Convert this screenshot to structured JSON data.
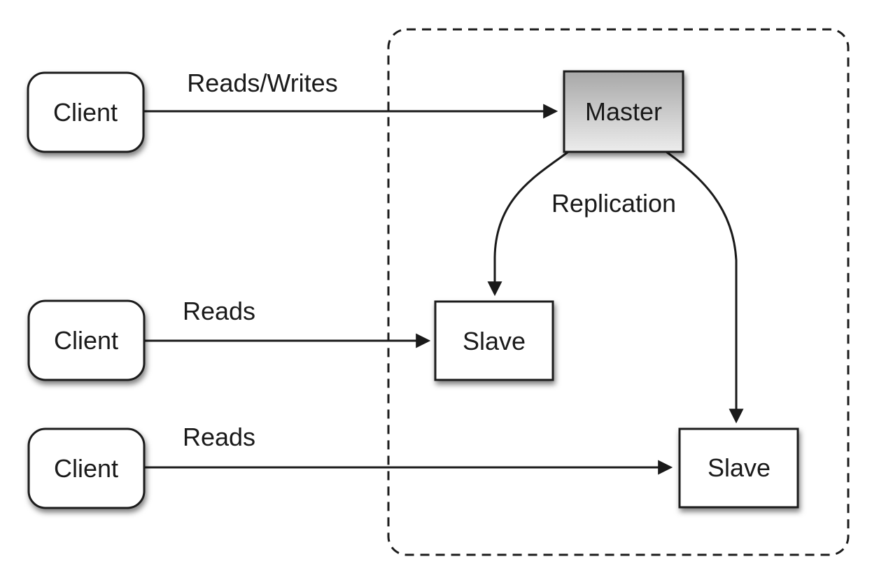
{
  "diagram": {
    "nodes": {
      "client1": {
        "label": "Client"
      },
      "client2": {
        "label": "Client"
      },
      "client3": {
        "label": "Client"
      },
      "master": {
        "label": "Master"
      },
      "slave1": {
        "label": "Slave"
      },
      "slave2": {
        "label": "Slave"
      }
    },
    "edge_labels": {
      "reads_writes": "Reads/Writes",
      "reads_mid": "Reads",
      "reads_bottom": "Reads",
      "replication": "Replication"
    },
    "colors": {
      "background": "#ffffff",
      "line": "#1a1a1a",
      "text": "#1a1a1a",
      "node_fill": "#ffffff",
      "master_gradient_top": "#a8a8a8",
      "master_gradient_bottom": "#ececec"
    }
  }
}
